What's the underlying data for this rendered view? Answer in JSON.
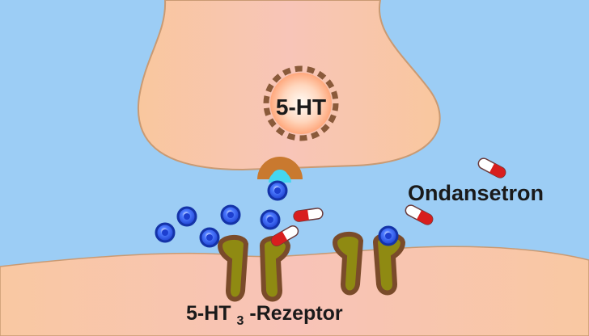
{
  "vesicle": {
    "label": "5-HT"
  },
  "drug": {
    "label": "Ondansetron"
  },
  "receptor": {
    "label_main": "5-HT",
    "label_sub": "3",
    "label_suffix": "-Rezeptor"
  },
  "colors": {
    "synaptic_cleft": "#9ccdf5",
    "presynaptic_fill": "#f7c9a4",
    "postsynaptic_fill": "#f7c9a4",
    "membrane_outline": "#c99a73",
    "vesicle_outline": "#8a5a3a",
    "vesicle_core": "#ff9c6b",
    "release_pore": "#c9792f",
    "release_drop": "#44d7f0",
    "serotonin_molecule": "#1d3fd0",
    "receptor_fill": "#8f8a12",
    "receptor_outline": "#7a4b2a",
    "capsule_red": "#d81e1e",
    "capsule_white": "#ffffff"
  },
  "icons": [
    "serotonin-molecule-icon",
    "ondansetron-capsule-icon",
    "receptor-channel-icon",
    "vesicle-icon"
  ]
}
